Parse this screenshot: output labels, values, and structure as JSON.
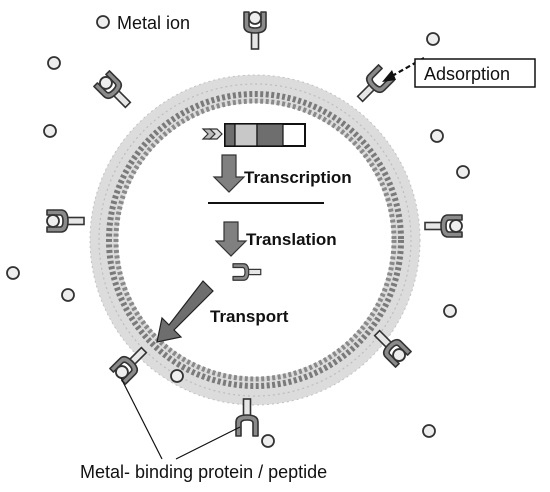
{
  "labels": {
    "metal_ion": "Metal ion",
    "adsorption": "Adsorption",
    "transcription": "Transcription",
    "translation": "Translation",
    "transport": "Transport",
    "binding_protein": "Metal- binding protein / peptide"
  },
  "colors": {
    "membrane": "#dcdcdc",
    "membrane_dash": "#7a7a7a",
    "gene_light": "#c8c8c8",
    "gene_dark": "#6e6e6e",
    "arrow_fill": "#808080",
    "ion_fill": "#eeeeee",
    "outline": "#333333"
  },
  "icons": {
    "metal_ion": "circle",
    "binding_protein": "y-shaped-receptor",
    "promoter": "double-chevron-arrow",
    "flow_arrow": "block-arrow-down"
  }
}
